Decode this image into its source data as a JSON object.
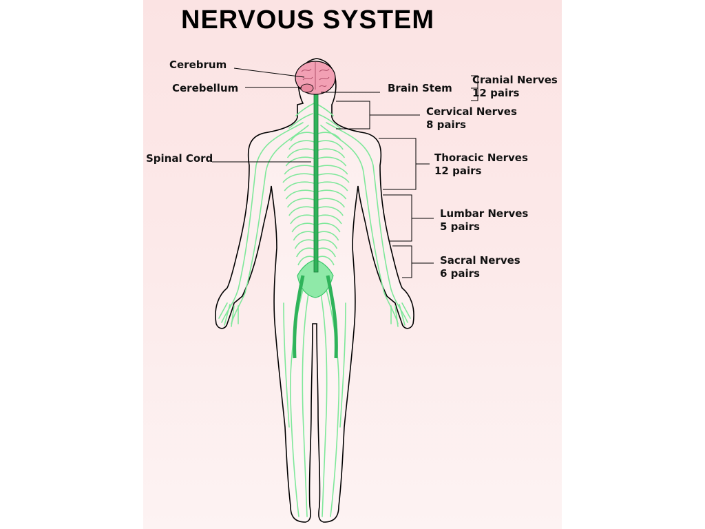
{
  "title": "NERVOUS SYSTEM",
  "colors": {
    "background_top": "#fbe3e3",
    "nerves": "#7ee89a",
    "nerve_stroke": "#3cc86a",
    "spinal_cord": "#2fb35a",
    "brain": "#f2a0b4",
    "outline": "#000000"
  },
  "labels": {
    "cerebrum": "Cerebrum",
    "cerebellum": "Cerebellum",
    "spinal_cord": "Spinal Cord",
    "brain_stem": "Brain Stem",
    "cranial": {
      "name": "Cranial Nerves",
      "pairs": "12 pairs"
    },
    "cervical": {
      "name": "Cervical Nerves",
      "pairs": "8 pairs"
    },
    "thoracic": {
      "name": "Thoracic Nerves",
      "pairs": "12 pairs"
    },
    "lumbar": {
      "name": "Lumbar Nerves",
      "pairs": "5 pairs"
    },
    "sacral": {
      "name": "Sacral Nerves",
      "pairs": "6 pairs"
    }
  }
}
